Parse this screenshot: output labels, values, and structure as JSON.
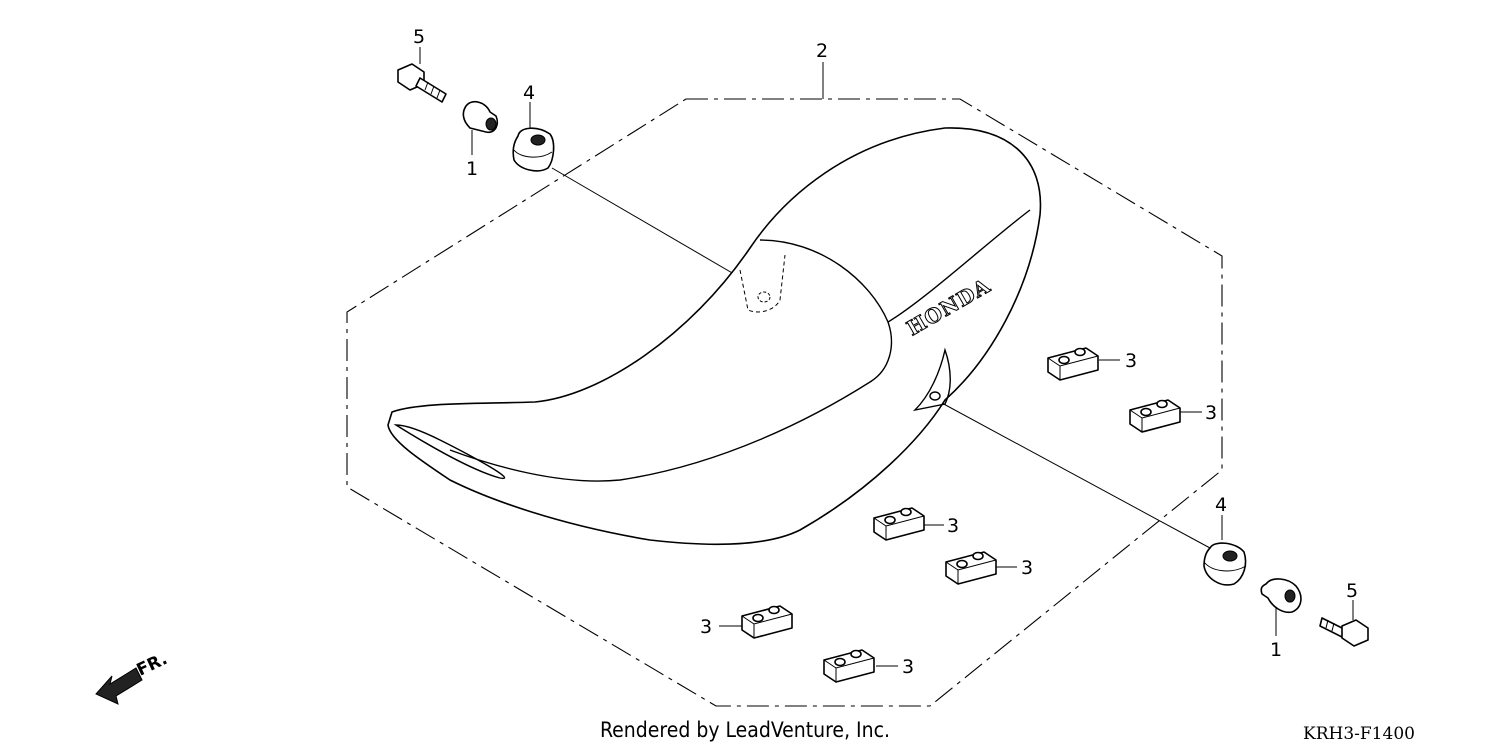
{
  "diagram": {
    "brand_text": "HONDA",
    "direction_label": "FR.",
    "credit": "Rendered by LeadVenture, Inc.",
    "figure_code": "KRH3-F1400",
    "callouts": [
      "5",
      "2",
      "4",
      "1",
      "3",
      "3",
      "3",
      "3",
      "3",
      "3",
      "4",
      "5",
      "1"
    ]
  }
}
